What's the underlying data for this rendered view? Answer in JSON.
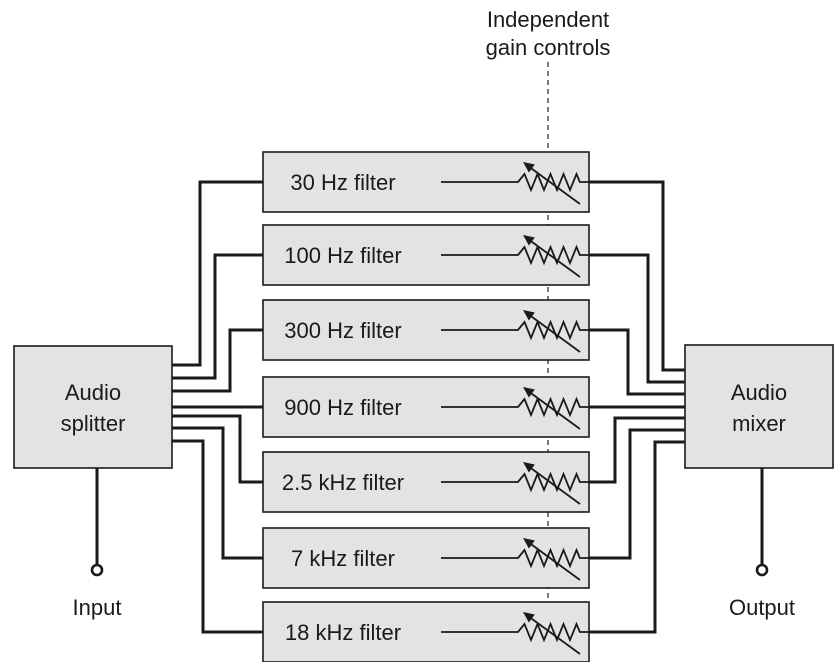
{
  "annotation": {
    "line1": "Independent",
    "line2": "gain controls"
  },
  "splitter": {
    "line1": "Audio",
    "line2": "splitter"
  },
  "mixer": {
    "line1": "Audio",
    "line2": "mixer"
  },
  "input_label": "Input",
  "output_label": "Output",
  "filters": [
    {
      "label": "30 Hz filter"
    },
    {
      "label": "100 Hz filter"
    },
    {
      "label": "300 Hz filter"
    },
    {
      "label": "900 Hz filter"
    },
    {
      "label": "2.5 kHz filter"
    },
    {
      "label": "7 kHz filter"
    },
    {
      "label": "18 kHz filter"
    }
  ]
}
